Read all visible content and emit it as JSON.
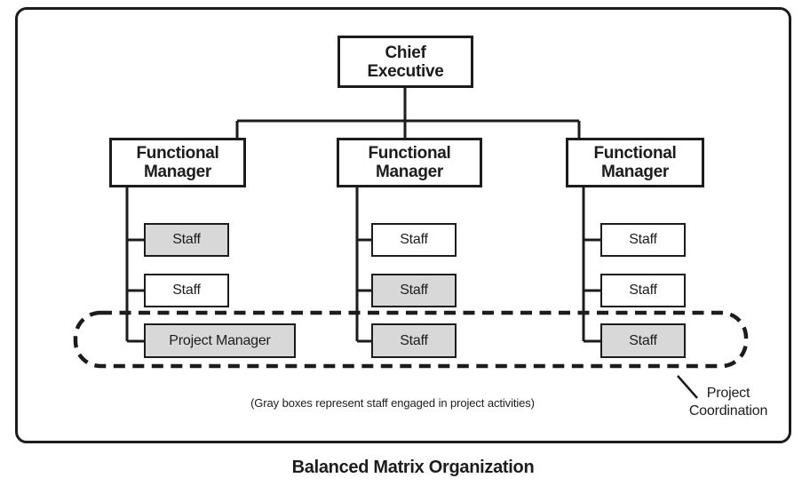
{
  "title": "Balanced Matrix Organization",
  "caption": "(Gray boxes represent staff engaged in project activities)",
  "annotation": {
    "label": "Project\nCoordination"
  },
  "colors": {
    "line": "#1c1c1c",
    "engaged_fill": "#d8d8d8",
    "box_fill": "#ffffff"
  },
  "org": {
    "chief": {
      "label": "Chief\nExecutive"
    },
    "columns": [
      {
        "manager": {
          "label": "Functional\nManager"
        },
        "staff": [
          {
            "label": "Staff",
            "engaged": true
          },
          {
            "label": "Staff",
            "engaged": false
          },
          {
            "label": "Project Manager",
            "engaged": true
          }
        ]
      },
      {
        "manager": {
          "label": "Functional\nManager"
        },
        "staff": [
          {
            "label": "Staff",
            "engaged": false
          },
          {
            "label": "Staff",
            "engaged": true
          },
          {
            "label": "Staff",
            "engaged": true
          }
        ]
      },
      {
        "manager": {
          "label": "Functional\nManager"
        },
        "staff": [
          {
            "label": "Staff",
            "engaged": false
          },
          {
            "label": "Staff",
            "engaged": false
          },
          {
            "label": "Staff",
            "engaged": true
          }
        ]
      }
    ]
  }
}
